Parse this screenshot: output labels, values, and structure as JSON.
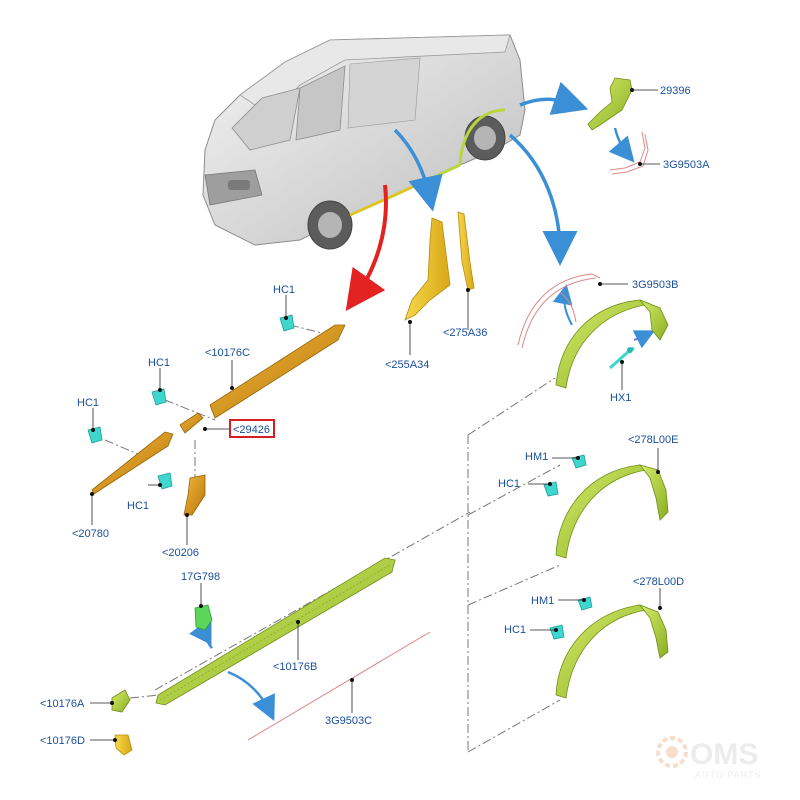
{
  "labels": {
    "p29396": "29396",
    "p3G9503A": "3G9503A",
    "p3G9503B": "3G9503B",
    "pHX1": "HX1",
    "p275A36": "<275A36",
    "p255A34": "<255A34",
    "pHC1_top": "HC1",
    "p10176C": "<10176C",
    "pHC1_mid": "HC1",
    "pHC1_left": "HC1",
    "p29426": "<29426",
    "pHC1_low": "HC1",
    "p20780": "<20780",
    "p20206": "<20206",
    "p278L00E": "<278L00E",
    "pHM1_e": "HM1",
    "pHC1_e": "HC1",
    "p17G798": "17G798",
    "p10176B": "<10176B",
    "p278L00D": "<278L00D",
    "pHM1_d": "HM1",
    "pHC1_d": "HC1",
    "p10176A": "<10176A",
    "p10176D": "<10176D",
    "p3G9503C": "3G9503C"
  },
  "watermark": {
    "brand": "OMS",
    "sub": "AUTO PARTS"
  },
  "highlight_part": "<29426",
  "colors": {
    "label": "#1a4f9c",
    "orange_part": "#d99a1a",
    "yellow_part": "#e8c020",
    "green_part": "#a6c83a",
    "clip_cyan": "#3fd6d0",
    "arrow_blue": "#3a8fd6",
    "arrow_red": "#e32222",
    "highlight_box": "#d42020"
  }
}
